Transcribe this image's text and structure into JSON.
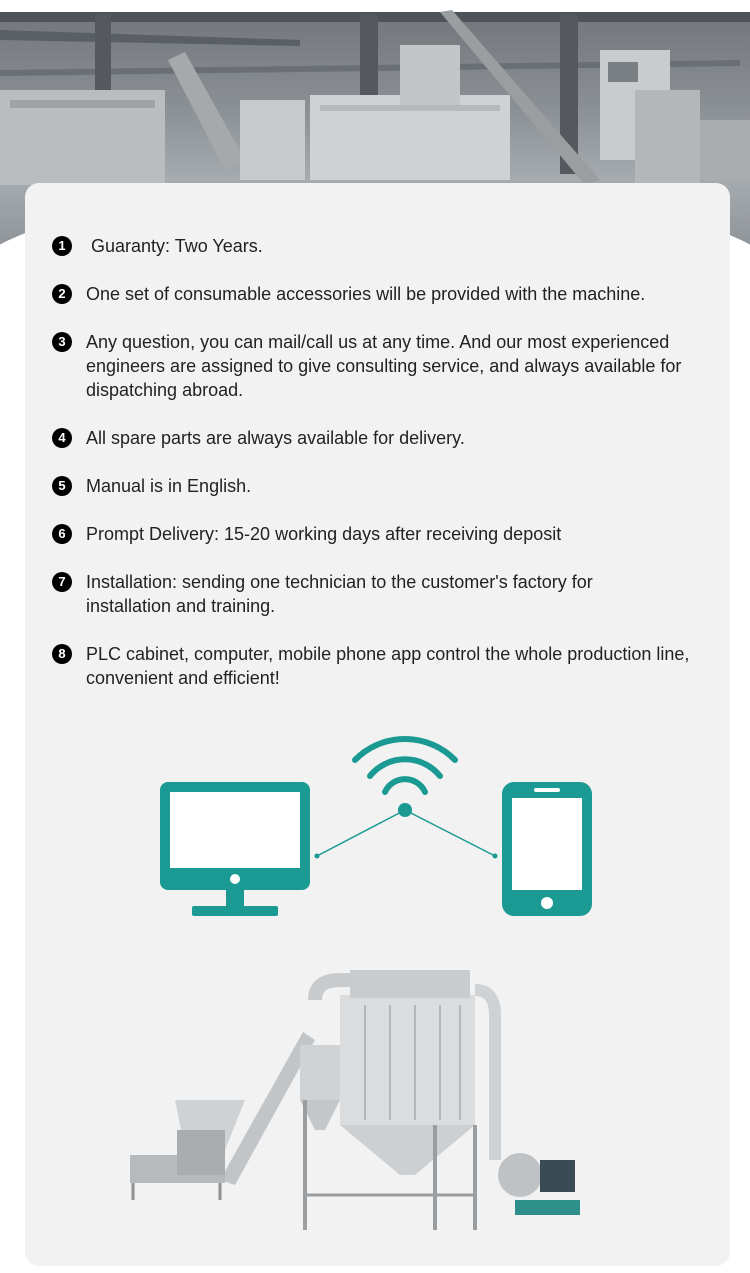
{
  "features": [
    {
      "num": "1",
      "text": " Guaranty: Two Years."
    },
    {
      "num": "2",
      "text": "One set of consumable accessories will be provided with the machine."
    },
    {
      "num": "3",
      "text": "Any question, you can mail/call us at any time. And our most experienced engineers are assigned to give consulting service, and always available for dispatching abroad."
    },
    {
      "num": "4",
      "text": "All spare parts are always available for delivery."
    },
    {
      "num": "5",
      "text": "Manual is in English."
    },
    {
      "num": "6",
      "text": "Prompt Delivery: 15-20 working days after receiving deposit"
    },
    {
      "num": "7",
      "text": "Installation: sending one technician to the customer's factory for installation and training."
    },
    {
      "num": "8",
      "text": "PLC cabinet, computer, mobile phone app control the whole production line, convenient and efficient!"
    }
  ],
  "icons": {
    "accent": "#1a9a93",
    "left": "computer-monitor-icon",
    "center": "wifi-icon",
    "right": "mobile-phone-icon"
  }
}
